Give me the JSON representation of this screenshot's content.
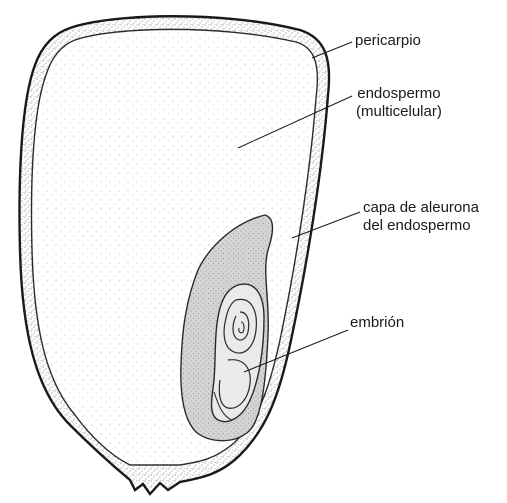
{
  "diagram": {
    "labels": {
      "pericarp": "pericarpio",
      "endosperm_line1": "endospermo",
      "endosperm_line2": "(multicelular)",
      "aleurone_line1": "capa de aleurona",
      "aleurone_line2": "del endospermo",
      "embryo": "embrión"
    },
    "colors": {
      "ink": "#1a1a1a",
      "stipple": "#6e6e6e",
      "embryo_fill": "#d2d2d2",
      "background": "#ffffff"
    }
  }
}
